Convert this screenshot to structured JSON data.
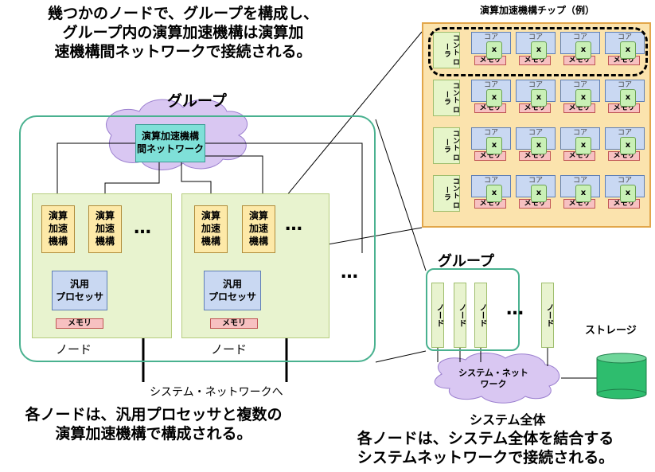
{
  "captions": {
    "top": "幾つかのノードで、グループを構成し、\nグループ内の演算加速機構は演算加\n速機構間ネットワークで接続される。",
    "left": "各ノードは、汎用プロセッサと複数の\n演算加速機構で構成される。",
    "right": "各ノードは、システム全体を結合する\nシステムネットワークで接続される。"
  },
  "labels": {
    "chip_title": "演算加速機構チップ（例）",
    "group_title": "グループ",
    "group2_title": "グループ",
    "storage": "ストレージ",
    "system_all": "システム全体",
    "system_net_arrow": "システム・ネットワークへ",
    "node": "ノード",
    "dots": "…",
    "system_net_cloud": "システム・ネット\nワーク"
  },
  "group": {
    "network": "演算加速機構\n間ネットワーク",
    "accelerator": "演算\n加速\n機構",
    "cpu": "汎用\nプロセッサ",
    "memory": "メモリ"
  },
  "chip": {
    "controller": "コント\nローラ",
    "core": "コア",
    "memory": "メモリ",
    "switch": "x",
    "cells": [
      "コア",
      "コア",
      "コア",
      "コア"
    ]
  },
  "colors": {
    "group_border": "#49b18f",
    "node_fill": "#e8f3cf",
    "accelerator_fill": "#fde9a8",
    "cpu_fill": "#c9d8f2",
    "memory_fill": "#f7c1c1",
    "network_fill": "#7fe0d8",
    "cloud_fill": "#d9c7f2",
    "chip_fill": "#fbe3ad",
    "storage_fill": "#2ebd6e"
  }
}
